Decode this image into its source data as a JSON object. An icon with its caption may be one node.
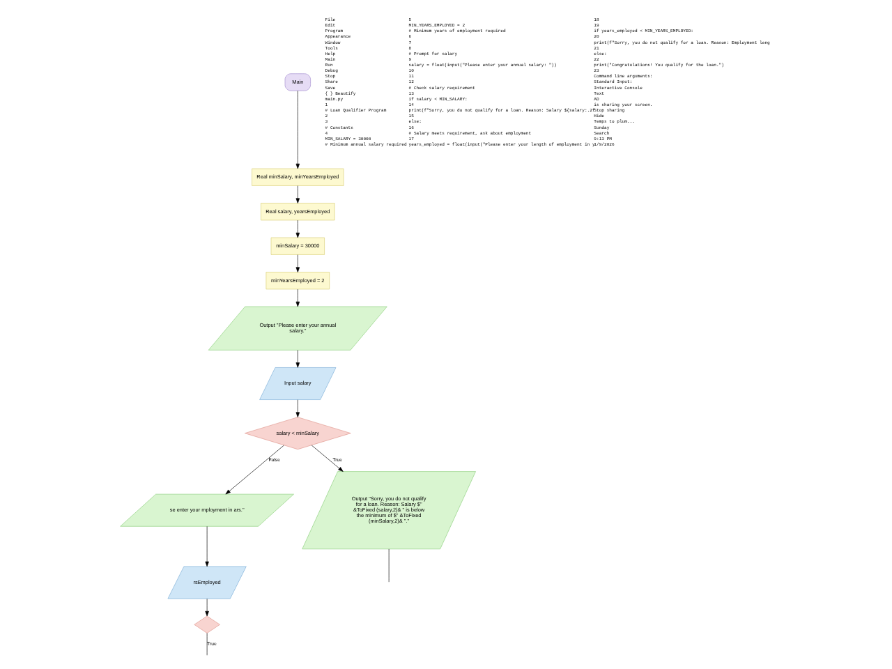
{
  "diagram": {
    "nodes": [
      {
        "text": [
          "Main"
        ]
      },
      {
        "text": [
          "Real minSalary, minYearsEmployed"
        ]
      },
      {
        "text": [
          "Real salary, yearsEmployed"
        ]
      },
      {
        "text": [
          "minSalary = 30000"
        ]
      },
      {
        "text": [
          "minYearsEmployed = 2"
        ]
      },
      {
        "text": [
          "Output \"Please enter your annual salary.\""
        ]
      },
      {
        "text": [
          "Input salary"
        ]
      },
      {
        "text": [
          "salary < minSalary"
        ]
      },
      {
        "text": [
          "se enter your mployment in ars.\""
        ]
      },
      {
        "text": [
          "Output \"Sorry, you do not qualify for a loan. Reason: Salary $\" &ToFixed (salary,2)& \" is below the minimum of $\" &ToFixed (minSalary,2)& \".\""
        ]
      },
      {
        "text": [
          "rsEmployed"
        ]
      },
      {
        "text": [],
        "shape": "diamond"
      }
    ],
    "edges": [
      {
        "from": 0,
        "to": 1,
        "arrow": "to"
      },
      {
        "from": 1,
        "to": 2,
        "arrow": "to"
      },
      {
        "from": 2,
        "to": 3,
        "arrow": "to"
      },
      {
        "from": 3,
        "to": 4,
        "arrow": "to"
      },
      {
        "from": 4,
        "to": 5,
        "arrow": "to"
      },
      {
        "from": 5,
        "to": 6,
        "arrow": "to"
      },
      {
        "from": 6,
        "to": 7,
        "arrow": "to"
      },
      {
        "from": 7,
        "to": 8,
        "arrow": "to",
        "label": "False"
      },
      {
        "from": 7,
        "to": 9,
        "arrow": "to",
        "label": "True"
      },
      {
        "from": 8,
        "to": 10,
        "arrow": "to"
      },
      {
        "from": 10,
        "to": 11,
        "arrow": "to"
      },
      {
        "from": 11,
        "to": null,
        "arrow": "none",
        "label": "True"
      },
      {
        "from": 9,
        "to": null,
        "arrow": "none"
      }
    ],
    "labels": [
      "File",
      "Edit",
      "Program",
      "Appearance",
      "Window",
      "Tools",
      "Help",
      "Main",
      "Run",
      "Debug",
      "Stop",
      "Share",
      "Save",
      "{ } Beautify",
      "main.py",
      "1",
      "# Loan Qualifier Program",
      "2",
      "3",
      "# Constants",
      "4",
      "MIN_SALARY = 30000",
      "# Minimum annual salary required",
      "5",
      "MIN_YEARS_EMPLOYED = 2",
      "# Minimum years of employment required",
      "6",
      "7",
      "8",
      "# Prompt for salary",
      "9",
      "salary = float(input(\"Please enter your annual salary: \"))",
      "10",
      "11",
      "12",
      "# Check salary requirement",
      "13",
      "if salary < MIN_SALARY:",
      "14",
      "print(f\"Sorry, you do not qualify for a loan. Reason: Salary ${salary:.2f",
      "15",
      "else:",
      "16",
      "# Salary meets requirement, ask about employment",
      "17",
      "years_employed = float(input(\"Please enter your length of employment in y",
      "18",
      "19",
      "if years_employed < MIN_YEARS_EMPLOYED:",
      "20",
      "print(f\"Sorry, you do not qualify for a loan. Reason: Employment leng",
      "21",
      "else:",
      "22",
      "print(\"Congratulations! You qualify for the loan.\")",
      "23",
      "Command line arguments:",
      "Standard Input:",
      "Interactive Console",
      "Text",
      "AD",
      "is sharing your screen.",
      "Stop sharing",
      "Hide",
      "Temps to plum...",
      "Sunday",
      "Search",
      "9:13 PM",
      "1/9/2026"
    ]
  }
}
